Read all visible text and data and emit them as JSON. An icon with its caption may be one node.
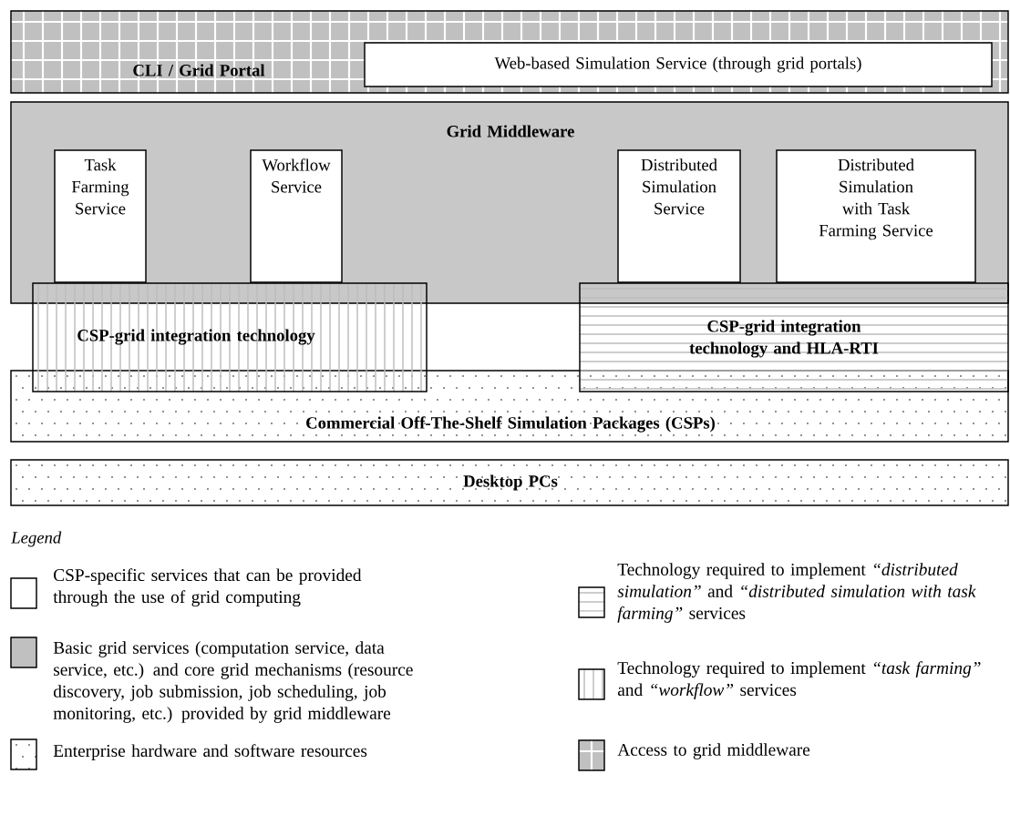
{
  "diagram": {
    "nodes": [
      {
        "text": [
          "CLI / Grid Portal"
        ]
      },
      {
        "text": [
          "Web-based Simulation Service (through grid portals)"
        ],
        "in": 0
      },
      {
        "text": [
          "Grid Middleware"
        ]
      },
      {
        "text": [
          "Task Farming Service"
        ],
        "in": 2
      },
      {
        "text": [
          "Workflow Service"
        ],
        "in": 2
      },
      {
        "text": [
          "Distributed Simulation Service"
        ],
        "in": 2
      },
      {
        "text": [
          "Distributed Simulation with Task Farming Service"
        ],
        "in": 2
      },
      {
        "text": [
          "CSP-grid integration technology"
        ]
      },
      {
        "text": [
          "CSP-grid integration technology and HLA-RTI"
        ]
      },
      {
        "text": [
          "Commercial Off-The-Shelf Simulation Packages (CSPs)"
        ]
      },
      {
        "text": [
          "Desktop PCs"
        ]
      }
    ],
    "labels": [
      "Legend"
    ],
    "legend": [
      {
        "text": "CSP-specific services that can be provided through the use of grid computing"
      },
      {
        "text": "Basic grid services (computation service, data service, etc.) and core grid mechanisms (resource discovery, job submission, job scheduling, job monitoring, etc.) provided by grid middleware",
        "color": "#c0c0c0"
      },
      {
        "text": "Enterprise hardware and software resources"
      },
      {
        "text": "Technology required to implement *“distributed simulation”* and *“distributed simulation with task farming”* services"
      },
      {
        "text": "Technology required to implement *“task farming”* and *“workflow”* services"
      },
      {
        "text": "Access to grid middleware"
      }
    ]
  }
}
